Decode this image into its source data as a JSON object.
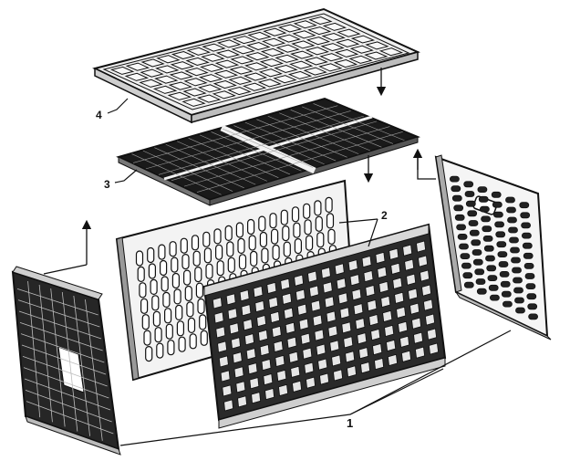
{
  "figure": {
    "parts": [
      {
        "id": "lid-frame",
        "label": "4"
      },
      {
        "id": "mesh-panel",
        "label": "3"
      },
      {
        "id": "long-side-walls",
        "label": "2"
      },
      {
        "id": "short-end-walls",
        "label": "1"
      }
    ]
  },
  "colors": {
    "ink": "#111111",
    "fill": "#e9e9e9",
    "dark": "#1a1a1a",
    "paper": "#ffffff"
  }
}
